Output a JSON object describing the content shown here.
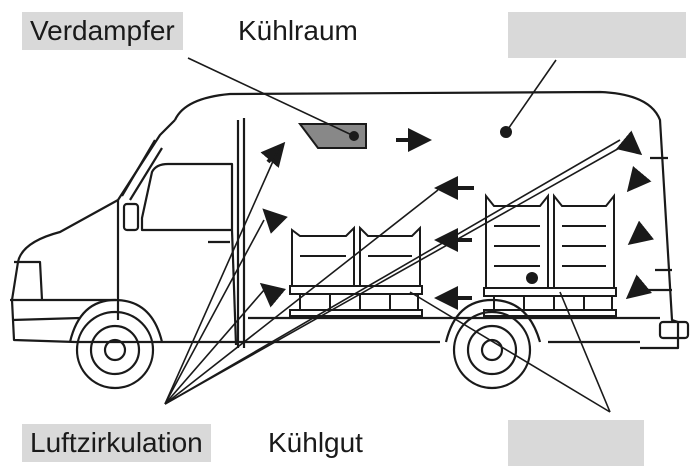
{
  "labels": {
    "evaporator": "Verdampfer",
    "cold_room": "Kühlraum",
    "air_circulation": "Luftzirkulation",
    "cargo": "Kühlgut"
  },
  "colors": {
    "label_box": "#d9d9d9",
    "line": "#1a1a1a"
  }
}
